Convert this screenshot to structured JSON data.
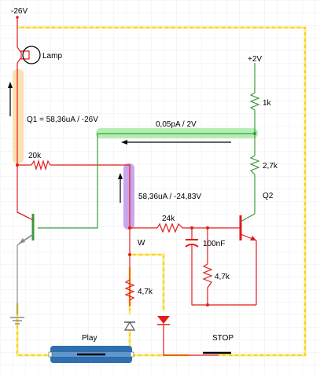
{
  "labels": {
    "supply_neg": "-26V",
    "lamp": "Lamp",
    "supply_pos": "+2V",
    "r_1k": "1k",
    "q1_reading": "Q1 = 58,36uA / -26V",
    "probe_top": "0,05pA / 2V",
    "r_20k": "20k",
    "r_2k7": "2,7k",
    "q2": "Q2",
    "probe_mid": "58,36uA / -24,83V",
    "r_24k": "24k",
    "node_w": "W",
    "c_100nf": "100nF",
    "r_4k7_right": "4,7k",
    "r_4k7_left": "4,7k",
    "play_button": "Play",
    "stop_button": "STOP"
  },
  "colors": {
    "wire_red": "#e31b1b",
    "wire_green": "#3a9a3a",
    "wire_grey": "#8c8c8c",
    "wire_yellow": "#f5d515",
    "probe_orange": "#fbe1b2",
    "probe_green": "#b5eeb5",
    "probe_purple": "#c7a6ee",
    "button_blue": "#2f6fb0",
    "grid": "#ececec"
  }
}
